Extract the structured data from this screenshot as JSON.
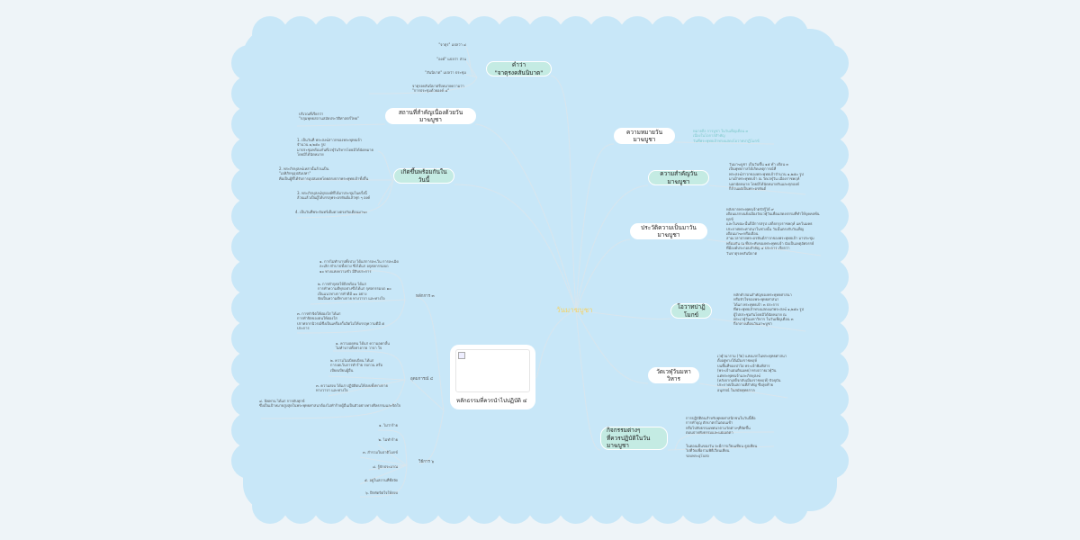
{
  "center": "วันมาฆบูชา",
  "colors": {
    "cloud": "#c8e7f8",
    "teal_node": "#c4ebe3",
    "center_text": "#f2d36b"
  },
  "left_branches": {
    "jaturong": {
      "label": "คำว่า \"จาตุรงคสันนิบาต\"",
      "items": [
        "\"จาตุร\" แปลว่า ๔",
        "\"องค์\" แปลว่า ส่วน",
        "\"สันนิบาต\" แปลว่า ประชุม",
        "จาตุรงคสันนิบาตจึงหมายความว่า\n\"การประชุมด้วยองค์ ๔\""
      ]
    },
    "place": {
      "label": "สถานที่สำคัญเนื่องด้วยวันมาฆบูชา",
      "items": [
        "บริเวณที่เรียกว่า\n\"กลุ่มพุทธสถานสมัยประวัติศาสตร์ไทย\""
      ]
    },
    "events": {
      "label": "เกิดขึ้นพร้อมกันในวันนี้",
      "items": [
        "1. เป็นวันที่ พระสงฆ์สาวกของพระพุทธเจ้า\nจำนวน ๑,๒๕๐ รูป\nมาประชุมพร้อมกันที่เวฬุวันวิหารโดยมิได้นัดหมาย\nโดยมิได้นัดหมาย",
        "2. พระภิกษุสงฆ์เหล่านั้นล้วนเป็น\n\"เอหิภิกขุอุปสัมปทา\"\nคือเป็นผู้ที่ได้รับการอุปสมบทโดยตรงจากพระพุทธเจ้าทั้งสิ้น",
        "3. พระภิกษุสงฆ์ทุกองค์ที่ได้มาประชุมในครั้งนี้\nล้วนแล้วเป็นผู้ได้บรรลุพระอรหันต์แล้วทุก ๆ องค์",
        "4. เป็นวันที่พระจันทร์เต็มดวงตรงกับเดือนมาฆะ"
      ]
    }
  },
  "right_branches": {
    "meaning": {
      "label": "ความหมายวันมาฆบูชา",
      "items": [
        "หมายถึง การบูชา ในวันเพ็ญเดือน ๓\nเนื่องในโอกาสสำคัญ\nวันที่พระพุทธเจ้าทรงแสดงโอวาทปาฏิโมกข์"
      ]
    },
    "importance": {
      "label": "ความสำคัญวันมาฆบูชา",
      "items": [
        "วันมาฆบูชา เป็นวันขึ้น ๑๕ ค่ำ เดือน ๓\nเป็นพุทธกาลได้เกิดเหตุการณ์ที่\nพระสงฆ์สาวกของพระพุทธเจ้าจำนวน ๑,๒๕๐ รูป\nมาเฝ้าพระพุทธเจ้า ณ วัดเวฬุวัน เมืองราชคฤห์\nนอกนัดหมาย โดยมิได้นัดหมายกันและทุกองค์\nก็ล้วนแต่เป็นพระอรหันต์"
      ]
    },
    "history": {
      "label": "ประวัติความเป็นมาวันมาฆบูชา",
      "items": [
        "หลังจากพระพุทธเจ้าตรัสรู้ได้ ๙\nเดือนแรกบนยังเมืองวัดเวฬุวันเพื่อแสดงธรรมที่ทำให้บุคคลพ้นทุกข์\nและในขณะนั้นก็มีการสรุป เสด็จกรุงราชคฤห์ แคว้นมคธ\nประกาศพระศาสนาในช่วงนั้น วันนั้นตรงกับวันเพ็ญ\nเดือนมาฆะหรือเดือน\nสามเวลาบ่ายพระอรหันต์สาวกของพระพุทธเจ้า มาประชุม\nพร้อมกัน ณ ที่ประทับของพระพุทธเจ้า นับเป็นเหตุอัศจรรย์\nที่มีองค์ประกอบสำคัญ ๔ ประการ เรียกว่า\nวันจาตุรงคสันนิบาต"
      ]
    },
    "ovada": {
      "label": "โอวาทปาฏิโมกข์",
      "items": [
        "หลักคำสอนสำคัญของพระพุทธศาสนา\nหรือหัวใจของพระพุทธศาสนา\nได้แก่ พระพุทธเจ้า ๓ ประการ\nที่พระพุทธเจ้าทรงแสดงแก่พระสงฆ์ ๑,๒๕๐ รูป\nผู้ไปประชุมกันโดยมิได้นัดหมาย ณ\nพระเวฬุวันมหาวิหาร ในวันเพ็ญเดือน ๓\nกึ่งกลางเดือนวันมาฆบูชา"
      ]
    },
    "temple": {
      "label": "วัดเวฬุวันมหาวิหาร",
      "items": [
        "เวฬุวนาราม (วัด) แห่งแรกในพระพุทธศาสนา\nตั้งอยู่ทางใต้เมืองราชคฤห์\nบนพื้นที่ของป่าไผ่ พระเจ้าพิมพิสาร\n(พระเจ้าแผ่นดินมคธ) ทรงถวายเวฬุวัน\nแด่พระพุทธเจ้าและภิกษุสงฆ์\n(หลังจากเสด็จกลับเมืองราชคฤห์) ปัจจุบัน\nประกาศเป็นสถานที่สำคัญ ซึ่งสุดท้าย\nอนุสรณ์ ในสมัยพุทธกาล"
      ]
    },
    "activities": {
      "label": "กิจกรรมต่างๆ\nที่ควรปฏิบัติในวันมาฆบูชา",
      "items": [
        "การปฏิบัติตนสำหรับพุทธศาสนิกชนในวันนี้คือ\nการทำบุญ ตักบาตรในตอนเช้า\nหรือไปฟังธรรมเทศนาตามวัดต่างๆที่จัดขึ้น\nตอนบ่ายฟังธรรมและแผ่เมตตา",
        "ในตอนเย็นของวัน จะมีการเวียนเทียน ธูปเทียน\nไปที่วัดเพื่อร่วมพิธีเวียนเทียน\nรอบพระอุโบสถ"
      ]
    }
  },
  "principles_card": {
    "title": "หลักธรรมที่ควรนำไปปฏิบัติ ๔",
    "groups": [
      {
        "label": "หลักการ ๓",
        "items": [
          "๑. การไม่ทำบาปทั้งปวง ได้แก่การละเว้น การละเมิด\nละเลิก ทำบาปทั้งปวง ซึ่งได้แก่ อกุศลกรรมบถ\n๑๐ ทางแห่งความชั่ว มีสิบประการ",
          "๒. การทำกุศลให้ถึงพร้อม ได้แก่\nการทำความดีทุกอย่างซึ่งได้แก่ กุศลกรรมบถ ๑๐\nเป็นแนวทางการทำดีมี ๑๐ อย่าง\nจัดเป็นความดีทางกาย ทางวาจา และทางใจ",
          "๓. การทำจิตให้ผ่องใส ได้แก่\nการทำจิตของตนให้ผ่องใส\nปราศจากนิวรณ์ซึ่งเป็นเครื่องกั้นจิตไม่ให้บรรลุความดีมี ๕ ประการ"
        ]
      },
      {
        "label": "อุดมการณ์ ๔",
        "items": [
          "๑. ความอดทน ได้แก่ ความอดกลั้น\nไม่ทำบาปทั้งทางกาย วาจา ใจ",
          "๒. ความไม่เบียดเบียน ได้แก่\nการงดเว้นการทำร้าย รบกวน หรือ\nเบียดเบียนผู้อื่น",
          "๓. ความสงบ ได้แก่ ปฏิบัติตนให้สงบทั้งทางกาย\nทางวาจา และทางใจ",
          "๔. นิพพาน ได้แก่ การดับทุกข์\nซึ่งเป็นเป้าหมายสูงสุดในพระพุทธศาสนาต้องไม่ทำร้ายผู้อื่นเป็นตัวอย่างทางศีลธรรมและจิตใจ"
        ]
      },
      {
        "label": "วิธีการ ๖",
        "items": [
          "๑. ไม่ว่าร้าย",
          "๒. ไม่ทำร้าย",
          "๓. สำรวมในปาติโมกข์",
          "๔. รู้จักประมาณ",
          "๕. อยู่ในสถานที่ที่สงัด",
          "๖. ฝึกหัดจิตใจให้สงบ"
        ]
      }
    ]
  }
}
